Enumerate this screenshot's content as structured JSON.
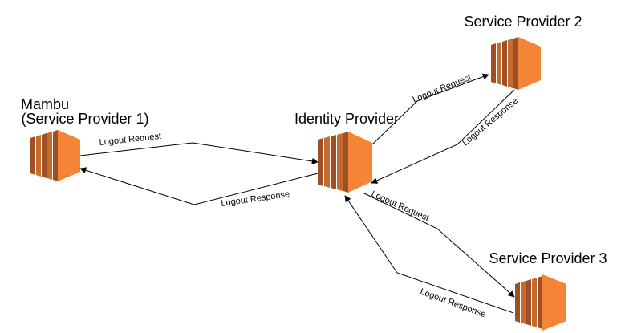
{
  "nodes": {
    "mambu": {
      "title_line1": "Mambu",
      "title_line2": "(Service Provider 1)"
    },
    "idp": {
      "title": "Identity Provider"
    },
    "sp2": {
      "title": "Service Provider 2"
    },
    "sp3": {
      "title": "Service Provider 3"
    }
  },
  "edges": {
    "mambu_idp_request": "Logout Request",
    "idp_mambu_response": "Logout Response",
    "idp_sp2_request": "Logout Request",
    "sp2_idp_response": "Logout Response",
    "idp_sp3_request": "Logout Request",
    "sp3_idp_response": "Logout Response"
  },
  "colors": {
    "server_face": "#F58536",
    "server_dark": "#9D5025",
    "server_mid": "#C76A2E",
    "line": "#000000"
  },
  "icon": "aws-ec2-instance-icon"
}
